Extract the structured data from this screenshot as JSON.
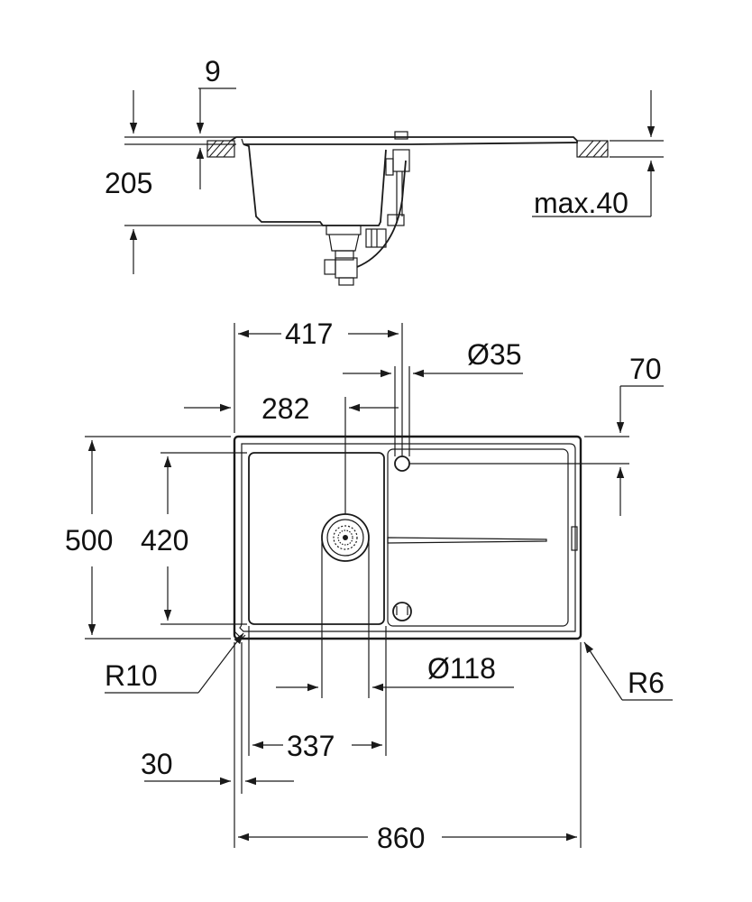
{
  "side_view": {
    "rim_thickness": "9",
    "depth": "205",
    "worktop_max": "max.40"
  },
  "top_view": {
    "width_to_tap": "417",
    "tap_hole": "Ø35",
    "tap_offset": "70",
    "width_to_drain": "282",
    "outer_depth": "500",
    "bowl_depth": "420",
    "corner_radius_inner": "R10",
    "drain_diameter": "Ø118",
    "corner_radius_outer": "R6",
    "bowl_width": "337",
    "edge_offset": "30",
    "overall_width": "860"
  },
  "colors": {
    "line": "#1a1a1a",
    "text": "#111111"
  }
}
